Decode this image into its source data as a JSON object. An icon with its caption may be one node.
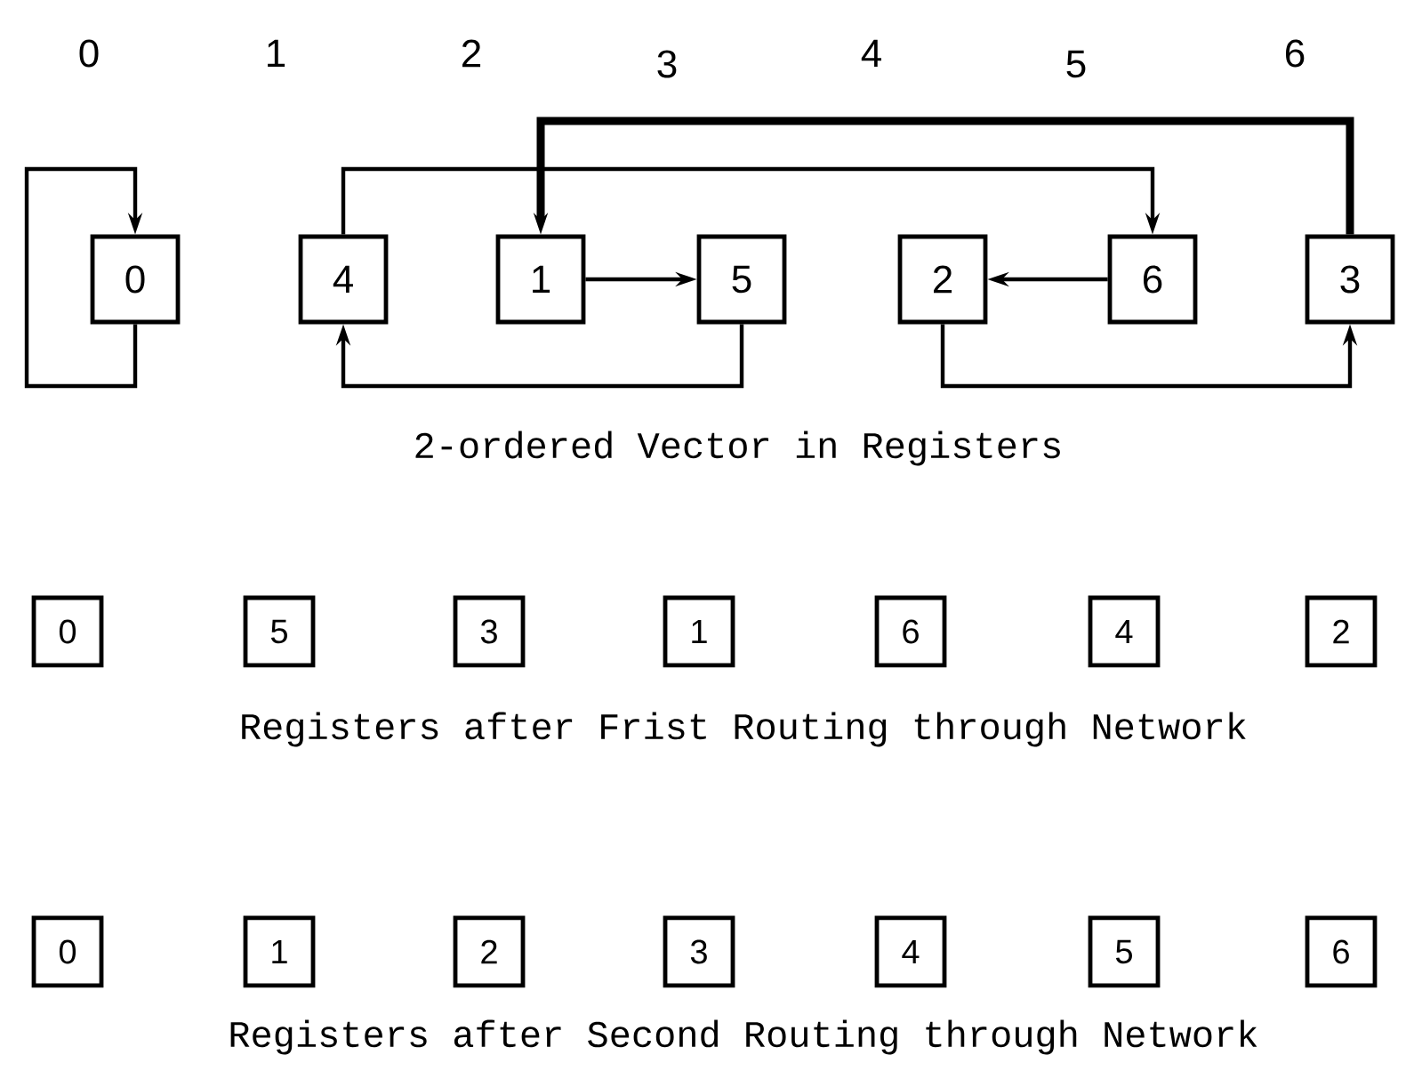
{
  "diagram": {
    "nodes": [
      {
        "text": [
          "0"
        ]
      },
      {
        "text": [
          "4"
        ]
      },
      {
        "text": [
          "1"
        ]
      },
      {
        "text": [
          "5"
        ]
      },
      {
        "text": [
          "2"
        ]
      },
      {
        "text": [
          "6"
        ]
      },
      {
        "text": [
          "3"
        ]
      },
      {
        "text": [
          "0"
        ]
      },
      {
        "text": [
          "5"
        ]
      },
      {
        "text": [
          "3"
        ]
      },
      {
        "text": [
          "1"
        ]
      },
      {
        "text": [
          "6"
        ]
      },
      {
        "text": [
          "4"
        ]
      },
      {
        "text": [
          "2"
        ]
      },
      {
        "text": [
          "0"
        ]
      },
      {
        "text": [
          "1"
        ]
      },
      {
        "text": [
          "2"
        ]
      },
      {
        "text": [
          "3"
        ]
      },
      {
        "text": [
          "4"
        ]
      },
      {
        "text": [
          "5"
        ]
      },
      {
        "text": [
          "6"
        ]
      }
    ],
    "edges": [
      {
        "from": 0,
        "to": 0,
        "arrow": "to"
      },
      {
        "from": 1,
        "to": 5,
        "arrow": "to"
      },
      {
        "from": 6,
        "to": 2,
        "arrow": "to",
        "style": "thick"
      },
      {
        "from": 2,
        "to": 3,
        "arrow": "to"
      },
      {
        "from": 3,
        "to": 1,
        "arrow": "to"
      },
      {
        "from": 5,
        "to": 4,
        "arrow": "to"
      },
      {
        "from": 4,
        "to": 6,
        "arrow": "to"
      }
    ],
    "labels": [
      "0",
      "1",
      "2",
      "3",
      "4",
      "5",
      "6",
      "2-ordered Vector in Registers",
      "Registers after Frist Routing through Network",
      "Registers after Second Routing through Network"
    ]
  }
}
